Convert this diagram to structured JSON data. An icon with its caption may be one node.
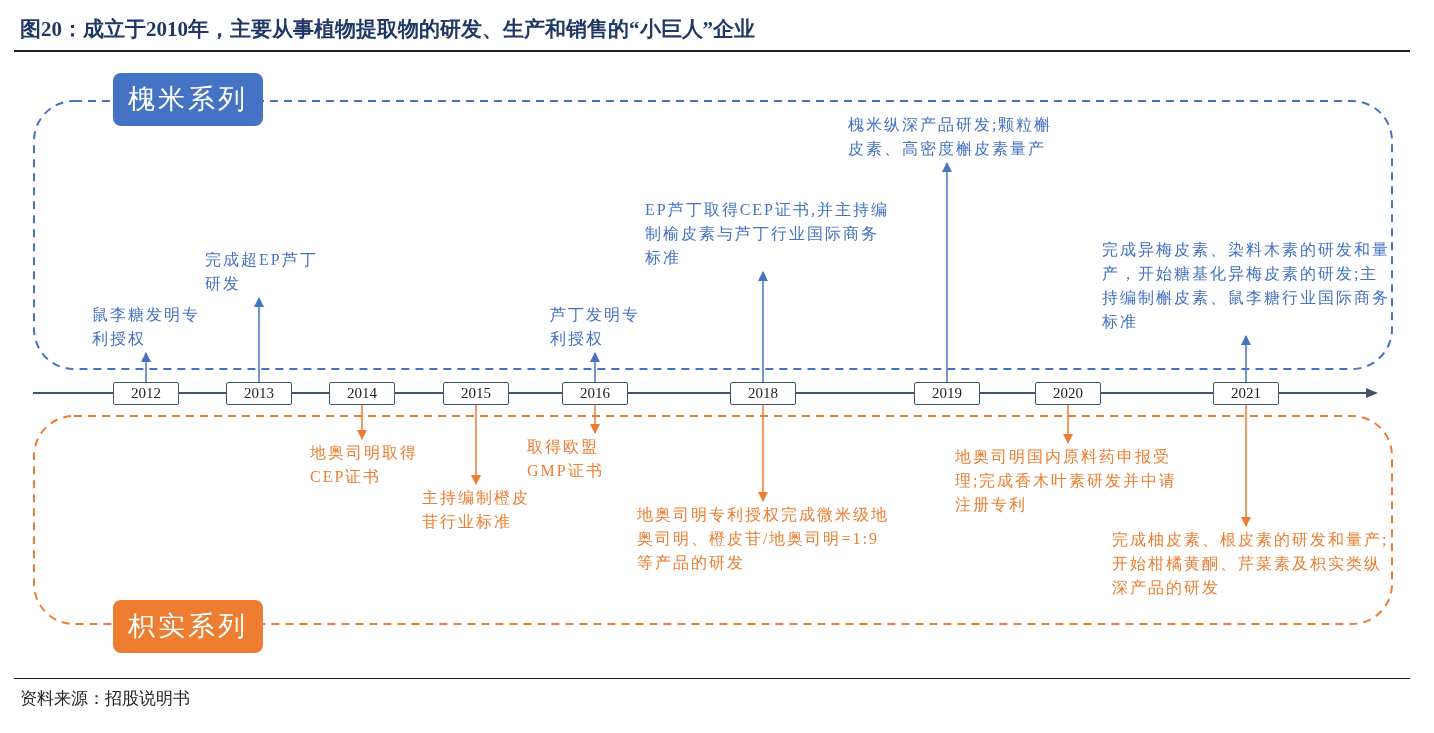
{
  "diagram": {
    "title": "图20：成立于2010年，主要从事植物提取物的研发、生产和销售的“小巨人”企业",
    "caption": "资料来源：招股说明书",
    "nodes": [
      {
        "text": [
          "槐米系列"
        ]
      },
      {
        "text": [
          "枳实系列"
        ]
      },
      {
        "text": [
          "2012"
        ]
      },
      {
        "text": [
          "2013"
        ]
      },
      {
        "text": [
          "2014"
        ]
      },
      {
        "text": [
          "2015"
        ]
      },
      {
        "text": [
          "2016"
        ]
      },
      {
        "text": [
          "2018"
        ]
      },
      {
        "text": [
          "2019"
        ]
      },
      {
        "text": [
          "2020"
        ]
      },
      {
        "text": [
          "2021"
        ]
      },
      {
        "text": [
          "鼠李糖发明专利授权"
        ],
        "in": 0
      },
      {
        "text": [
          "完成超EP芦丁研发"
        ],
        "in": 0
      },
      {
        "text": [
          "芦丁发明专利授权"
        ],
        "in": 0
      },
      {
        "text": [
          "EP芦丁取得CEP证书,并主持编制榆皮素与芦丁行业国际商务标准"
        ],
        "in": 0
      },
      {
        "text": [
          "槐米纵深产品研发;颗粒槲皮素、高密度槲皮素量产"
        ],
        "in": 0
      },
      {
        "text": [
          "完成异梅皮素、染料木素的研发和量产，开始糖基化异梅皮素的研发;主持编制槲皮素、鼠李糖行业国际商务标准"
        ],
        "in": 0
      },
      {
        "text": [
          "地奥司明取得CEP证书"
        ],
        "in": 1
      },
      {
        "text": [
          "主持编制橙皮苷行业标准"
        ],
        "in": 1
      },
      {
        "text": [
          "取得欧盟GMP证书"
        ],
        "in": 1
      },
      {
        "text": [
          "地奥司明专利授权完成微米级地奥司明、橙皮苷/地奥司明=1:9等产品的研发"
        ],
        "in": 1
      },
      {
        "text": [
          "地奥司明国内原料药申报受理;完成香木叶素研发并中请注册专利"
        ],
        "in": 1
      },
      {
        "text": [
          "完成柚皮素、根皮素的研发和量产;开始柑橘黄酮、芹菜素及枳实类纵深产品的研发"
        ],
        "in": 1
      }
    ],
    "edges": [
      {
        "from": 2,
        "to": 11,
        "arrow": "to"
      },
      {
        "from": 3,
        "to": 12,
        "arrow": "to"
      },
      {
        "from": 6,
        "to": 13,
        "arrow": "to"
      },
      {
        "from": 7,
        "to": 14,
        "arrow": "to"
      },
      {
        "from": 8,
        "to": 15,
        "arrow": "to"
      },
      {
        "from": 10,
        "to": 16,
        "arrow": "to"
      },
      {
        "from": 4,
        "to": 17,
        "arrow": "to",
        "color": "#ed7d31"
      },
      {
        "from": 5,
        "to": 18,
        "arrow": "to",
        "color": "#ed7d31"
      },
      {
        "from": 6,
        "to": 19,
        "arrow": "to",
        "color": "#ed7d31"
      },
      {
        "from": 7,
        "to": 20,
        "arrow": "to",
        "color": "#ed7d31"
      },
      {
        "from": 9,
        "to": 21,
        "arrow": "to",
        "color": "#ed7d31"
      },
      {
        "from": 10,
        "to": 22,
        "arrow": "to",
        "color": "#ed7d31"
      }
    ]
  }
}
